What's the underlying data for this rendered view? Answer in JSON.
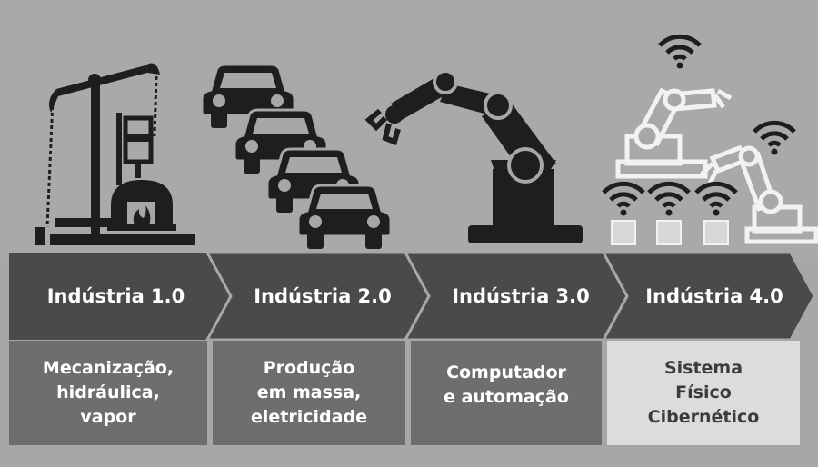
{
  "stages": [
    {
      "title": "Indústria 1.0",
      "description": [
        "Mecanização,",
        "hidráulica,",
        "vapor"
      ],
      "icon": "steam-engine-icon"
    },
    {
      "title": "Indústria 2.0",
      "description": [
        "Produção",
        "em massa,",
        "eletricidade"
      ],
      "icon": "assembly-line-cars-icon"
    },
    {
      "title": "Indústria 3.0",
      "description": [
        "Computador",
        "e automação"
      ],
      "icon": "robot-arm-icon"
    },
    {
      "title": "Indústria 4.0",
      "description": [
        "Sistema",
        "Físico",
        "Cibernético"
      ],
      "icon": "connected-robots-icon"
    }
  ],
  "colors": {
    "background": "#a7a7a7",
    "arrow": "#4a4a4a",
    "description_box": "#6e6e6e",
    "highlight_box": "#dcdcdc",
    "icon_dark": "#1e1e1e",
    "icon_light": "#f2f2f2"
  }
}
